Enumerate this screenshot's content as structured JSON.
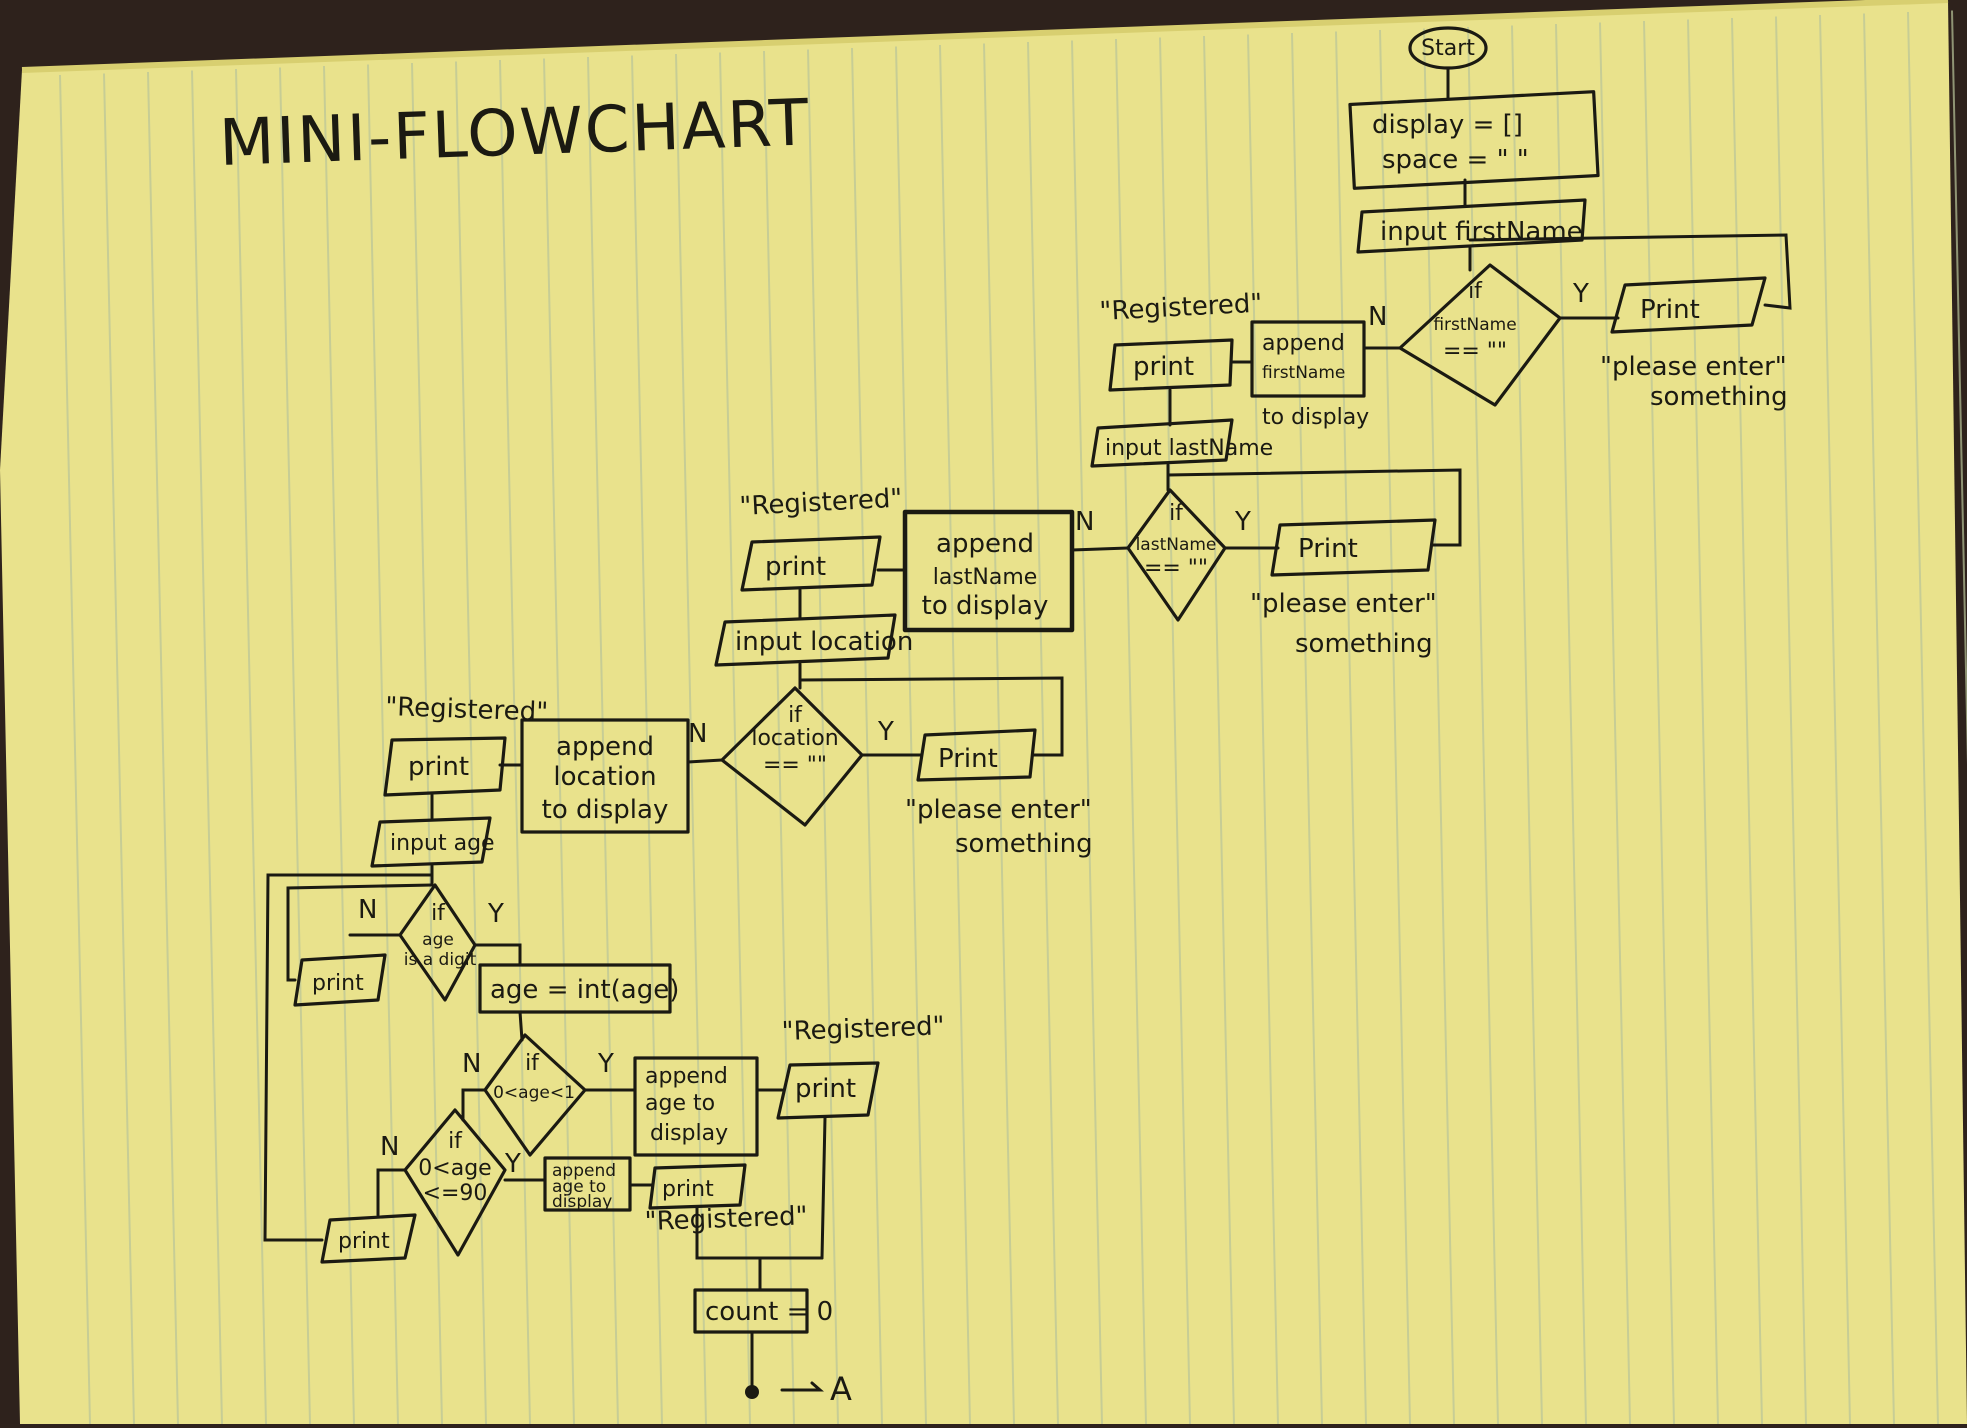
{
  "title": "MINI-FLOWCHART",
  "start": "Start",
  "init": {
    "line1": "display = []",
    "line2": "space = \" \""
  },
  "steps": {
    "input_first": "input firstName",
    "if_first": [
      "if",
      "firstName",
      "== \"\""
    ],
    "print_first": "Print",
    "please_first": [
      "\"please enter\"",
      "something"
    ],
    "append_first": [
      "append",
      "firstName",
      "to display"
    ],
    "print_reg1": "print",
    "reg1": "\"Registered\"",
    "input_last": "input lastName",
    "if_last": [
      "if",
      "lastName",
      "== \"\""
    ],
    "print_last": "Print",
    "please_last": [
      "\"please enter\"",
      "something"
    ],
    "append_last": [
      "append",
      "lastName",
      "to display"
    ],
    "print_reg2": "print",
    "reg2": "\"Registered\"",
    "input_location": "input location",
    "if_location": [
      "if",
      "location",
      "== \"\""
    ],
    "print_location": "Print",
    "please_location": [
      "\"please enter\"",
      "something"
    ],
    "append_location": [
      "append",
      "location",
      "to display"
    ],
    "print_reg3": "print",
    "reg3": "\"Registered\"",
    "input_age": "input age",
    "if_digit": [
      "if",
      "age",
      "is a digit"
    ],
    "print_digit": "print",
    "age_int": "age = int(age)",
    "if_age1": [
      "if",
      "0<age<1"
    ],
    "append_age1": [
      "append",
      "age to",
      "display"
    ],
    "print_reg4": "print",
    "reg4": "\"Registered\"",
    "if_age90": [
      "if",
      "0<age",
      "<=90"
    ],
    "append_age2": [
      "append",
      "age to",
      "display"
    ],
    "print_reg5": "print",
    "reg5": "\"Registered\"",
    "print_age90": "print",
    "count": "count = 0",
    "connector": "A"
  },
  "edge_labels": {
    "yes": "Y",
    "no": "N"
  }
}
